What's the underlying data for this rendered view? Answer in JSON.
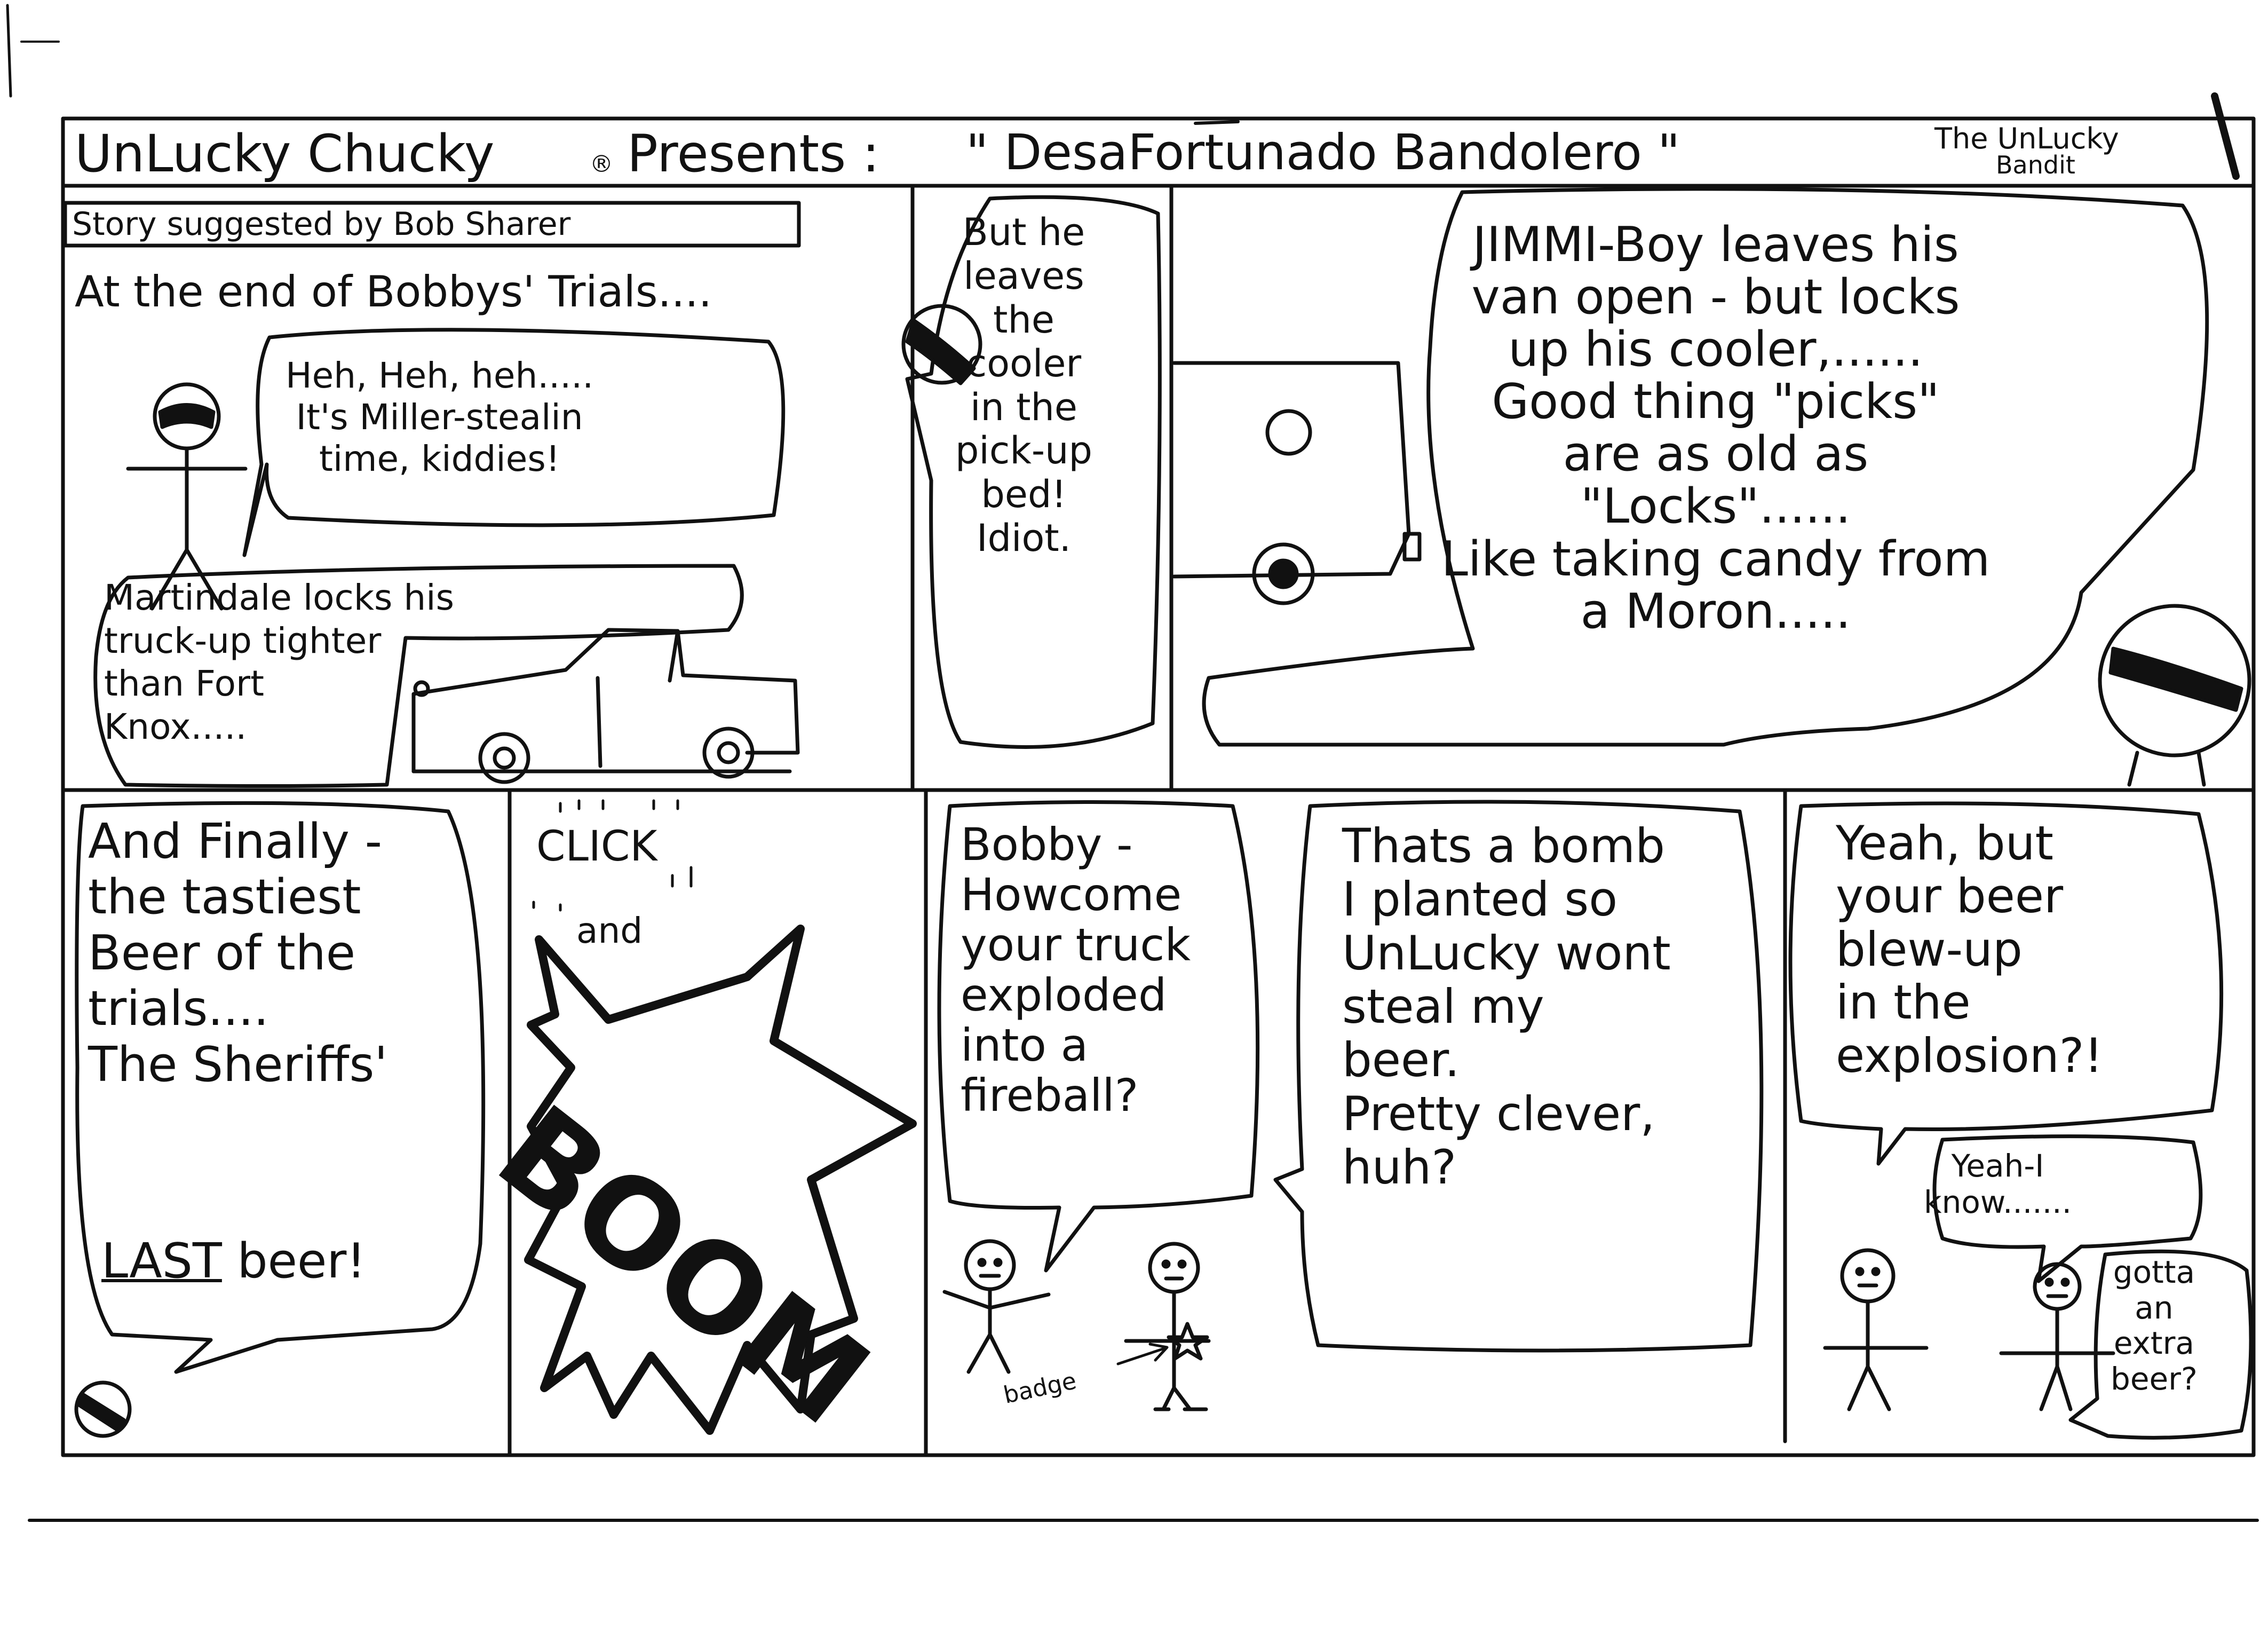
{
  "header": {
    "title_left": "UnLucky Chucky",
    "registered": "®",
    "title_mid": "Presents :",
    "title_quote": "\" DesaFortunado Bandolero \"",
    "subtitle_top": "The UnLucky",
    "subtitle_bottom": "Bandit"
  },
  "panel1": {
    "credit": "Story suggested by Bob Sharer",
    "caption": "At the end of Bobbys' Trials....",
    "bandit_speech": "Heh, Heh, heh.....\nIt's Miller-stealin\ntime, kiddies!",
    "narration": "Martindale locks his\ntruck-up tighter\nthan Fort\nKnox....."
  },
  "panel2": {
    "speech": "But he\nleaves\nthe\ncooler\nin the\npick-up\nbed!\nIdiot."
  },
  "panel3": {
    "speech": "JIMMI-Boy leaves his\nvan open - but locks\nup his cooler,......\nGood thing \"picks\"\nare as old as\n\"Locks\"......\nLike taking candy from\na Moron....."
  },
  "panel4": {
    "speech": "And Finally -\nthe tastiest\nBeer of the\ntrials....\nThe Sheriffs'",
    "last_word": "LAST",
    "end_word": "beer!"
  },
  "panel5": {
    "click": "CLICK",
    "and_word": "and",
    "boom": "BOOM"
  },
  "panel6": {
    "question": "Bobby -\nHowcome\nyour truck\nexploded\ninto a\nfireball?",
    "answer": "Thats a bomb\nI planted so\nUnLucky wont\nsteal my\nbeer.\nPretty clever,\nhuh?",
    "badge_label": "badge"
  },
  "panel7": {
    "speech_top": "Yeah, but\nyour beer\nblew-up\nin the\nexplosion?!",
    "speech_reply": "Yeah-I\nknow.......",
    "speech_aside": "gotta\nan\nextra\nbeer?"
  }
}
